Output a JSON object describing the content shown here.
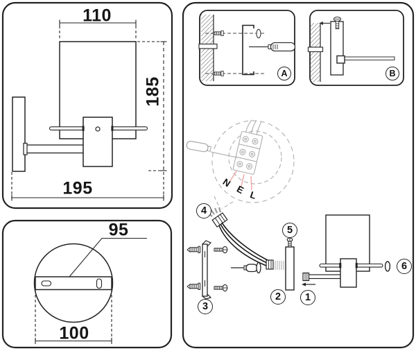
{
  "colors": {
    "line": "#222222",
    "ghost": "#a6a6a6",
    "leader_pink": "#f09f9f",
    "background": "#ffffff"
  },
  "side_view": {
    "width_top": "110",
    "height": "185",
    "width_bottom": "195"
  },
  "base_view": {
    "bracket_width": "95",
    "base_diameter": "100"
  },
  "installation": {
    "inset_a": "A",
    "inset_b": "B",
    "wires": {
      "neutral": "N",
      "earth": "E",
      "live": "L"
    },
    "steps": {
      "s1": "1",
      "s2": "2",
      "s3": "3",
      "s4": "4",
      "s5": "5",
      "s6": "6"
    }
  }
}
